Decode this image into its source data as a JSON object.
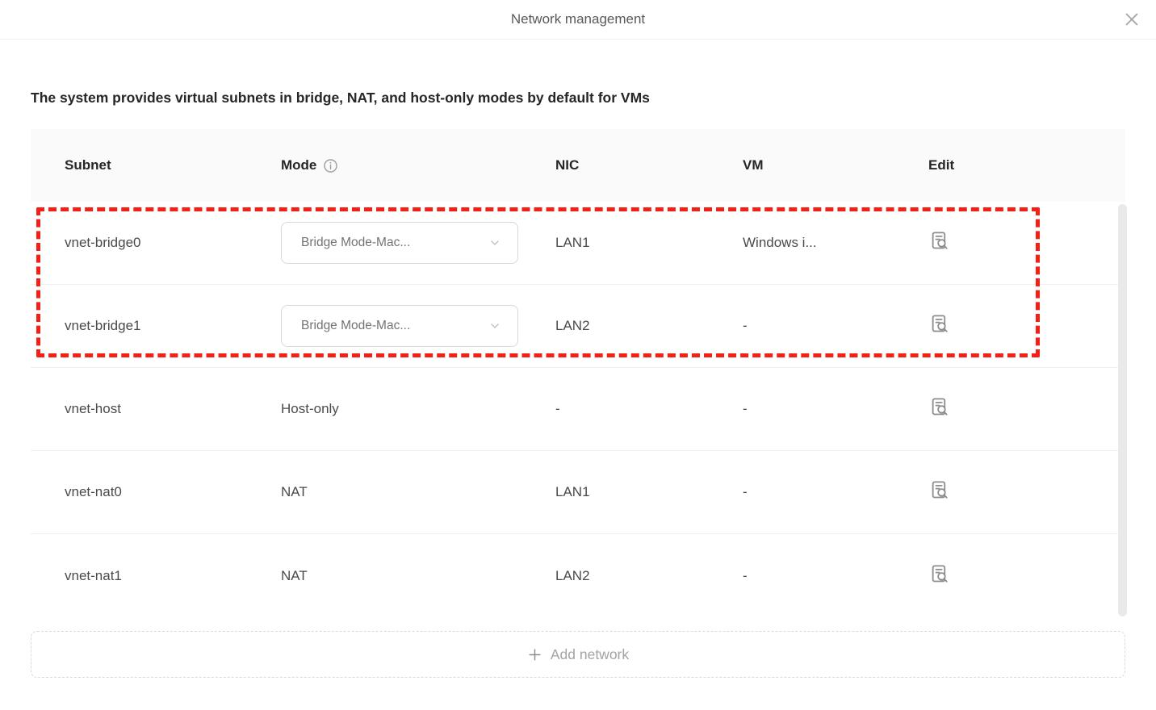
{
  "modal": {
    "title": "Network management",
    "close_icon": "close-icon"
  },
  "description": "The system provides virtual subnets in bridge, NAT, and host-only modes by default for VMs",
  "table": {
    "columns": [
      "Subnet",
      "Mode",
      "NIC",
      "VM",
      "Edit"
    ],
    "mode_info_icon": "info-circle-icon",
    "edit_icon": "file-search-icon",
    "rows": [
      {
        "subnet": "vnet-bridge0",
        "mode": "Bridge Mode-Mac...",
        "mode_control": "dropdown",
        "nic": "LAN1",
        "vm": "Windows i..."
      },
      {
        "subnet": "vnet-bridge1",
        "mode": "Bridge Mode-Mac...",
        "mode_control": "dropdown",
        "nic": "LAN2",
        "vm": "-"
      },
      {
        "subnet": "vnet-host",
        "mode": "Host-only",
        "mode_control": "text",
        "nic": "-",
        "vm": "-"
      },
      {
        "subnet": "vnet-nat0",
        "mode": "NAT",
        "mode_control": "text",
        "nic": "LAN1",
        "vm": "-"
      },
      {
        "subnet": "vnet-nat1",
        "mode": "NAT",
        "mode_control": "text",
        "nic": "LAN2",
        "vm": "-"
      }
    ]
  },
  "add_button": {
    "label": "Add network",
    "icon": "plus-icon"
  },
  "annotation": {
    "type": "red-dashed-rectangle",
    "color": "#f52015",
    "highlighted_rows": [
      "vnet-bridge0",
      "vnet-bridge1"
    ]
  },
  "colors": {
    "header_bg": "#fafafa",
    "divider": "#f0f0f0",
    "border": "#d9d9d9",
    "text_primary": "#262626",
    "text_secondary": "#4a4a4a",
    "text_muted": "#a3a3a3"
  }
}
